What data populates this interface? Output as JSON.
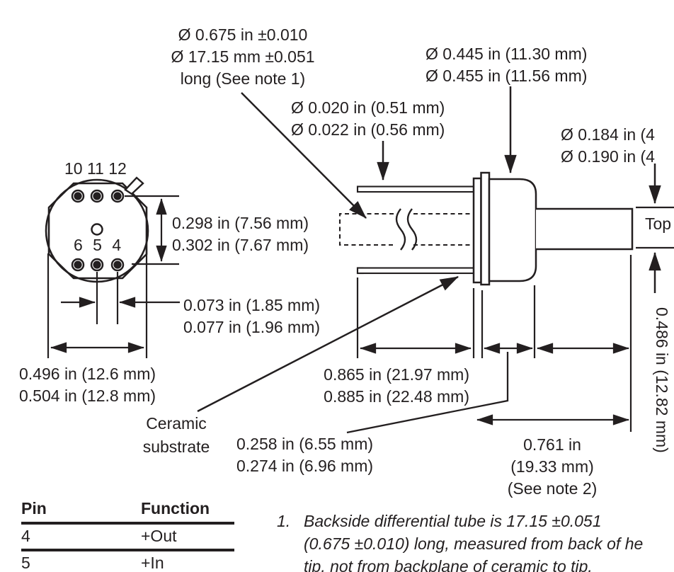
{
  "colors": {
    "ink": "#231f20",
    "background": "#ffffff"
  },
  "callouts": {
    "tube_length": {
      "line1": "Ø 0.675 in ±0.010",
      "line2": "Ø 17.15 mm ±0.051",
      "line3": "long (See note 1)"
    },
    "lead_diameter": {
      "line1": "Ø 0.020 in (0.51 mm)",
      "line2": "Ø 0.022 in (0.56 mm)"
    },
    "body_diameter": {
      "line1": "Ø 0.445 in (11.30 mm)",
      "line2": "Ø 0.455 in (11.56 mm)"
    },
    "port_diameter": {
      "line1": "Ø 0.184 in (4",
      "line2": "Ø 0.190 in (4"
    },
    "top_label": "Top",
    "ceramic_substrate": {
      "line1": "Ceramic",
      "line2": "substrate"
    }
  },
  "front_view": {
    "pins_top_label": "10 11 12",
    "pins_bottom_label": "6 5 4",
    "dim_pin_rows": {
      "line1": "0.298 in (7.56 mm)",
      "line2": "0.302 in (7.67 mm)"
    },
    "dim_pin_spacing": {
      "line1": "0.073 in (1.85 mm)",
      "line2": "0.077 in (1.96 mm)"
    },
    "dim_width": {
      "line1": "0.496 in (12.6 mm)",
      "line2": "0.504 in (12.8 mm)"
    }
  },
  "side_view": {
    "dim_lead_length": {
      "line1": "0.865 in (21.97 mm)",
      "line2": "0.885 in (22.48 mm)"
    },
    "dim_flange_offset": {
      "line1": "0.258 in (6.55 mm)",
      "line2": "0.274 in (6.96 mm)"
    },
    "dim_port_length": {
      "line1": "0.761 in",
      "line2": "(19.33 mm)",
      "line3": "(See note 2)"
    },
    "dim_height_rotated": "0.486 in (12.82 mm)"
  },
  "pin_table": {
    "headers": [
      "Pin",
      "Function"
    ],
    "rows": [
      {
        "pin": "4",
        "function": "+Out"
      },
      {
        "pin": "5",
        "function": "+In"
      }
    ]
  },
  "notes": {
    "n1_number": "1.",
    "n1_line1": "Backside differential tube is 17.15 ±0.051",
    "n1_line2": "(0.675 ±0.010) long, measured from back of he",
    "n1_line3": "tip, not from backplane of ceramic to tip."
  }
}
